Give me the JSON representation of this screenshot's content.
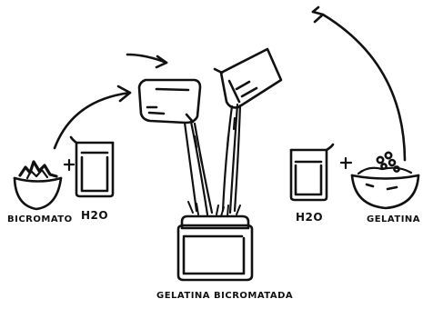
{
  "labels": {
    "bichromate": "BICROMATO",
    "water_left": "H2O",
    "water_right": "H2O",
    "gelatin": "GELATINA",
    "result": "GELATINA BICROMATADA"
  },
  "colors": {
    "ink": "#111111",
    "background": "#ffffff"
  },
  "icons": [
    "curved-arrow-icon",
    "plus-icon",
    "beaker-icon",
    "bowl-icon",
    "jar-icon"
  ]
}
